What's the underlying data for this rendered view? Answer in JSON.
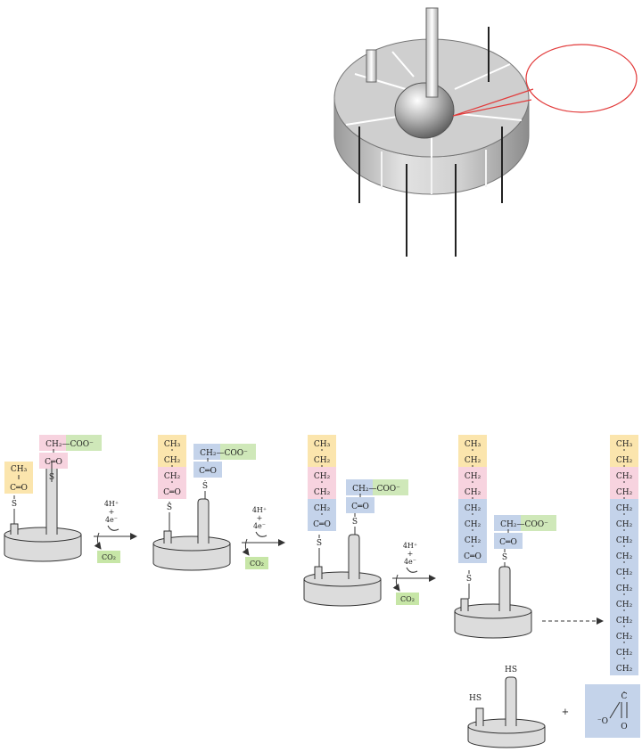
{
  "colors": {
    "acetyl": "#fbe5ad",
    "malonyl_first": "#f7d3df",
    "malonyl_later": "#c4d3ea",
    "carboxylate": "#cfe8b9",
    "co2": "#c7e6a7",
    "enzyme": "#dcdcdc",
    "callout": "#e23b3b"
  },
  "labels": {
    "ch3": "CH₃",
    "ch2": "CH₂",
    "carbonyl": "C═O",
    "c": "C",
    "o": "O",
    "o_minus": "⁻O",
    "sulfur": "S",
    "ch2_coo": "CH₂—COO⁻",
    "hs": "HS",
    "plus": "+",
    "reductant_h": "4H⁺",
    "reductant_plus": "+",
    "reductant_e": "4e⁻",
    "co2": "CO₂"
  }
}
